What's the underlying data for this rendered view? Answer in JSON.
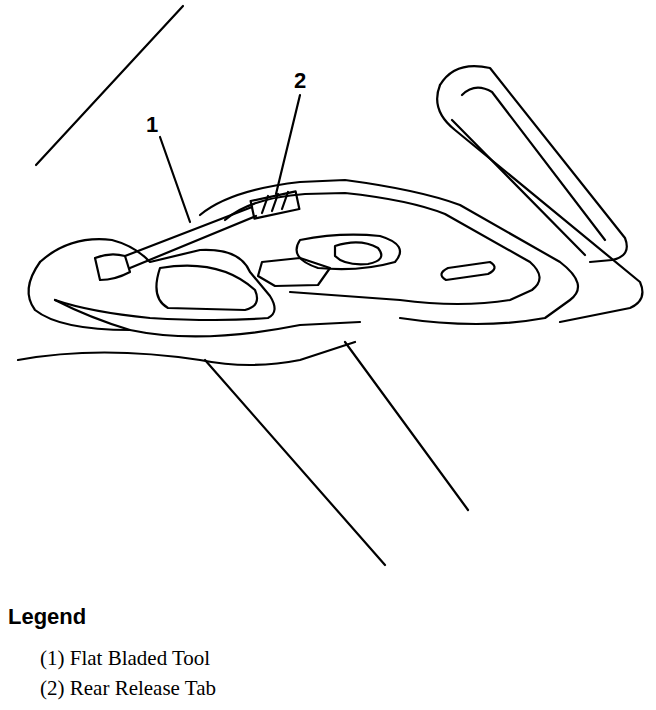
{
  "diagram": {
    "labels": [
      "1",
      "2",
      "Legend"
    ],
    "legend": [
      {
        "text": "(1) Flat Bladed Tool"
      },
      {
        "text": "(2) Rear Release Tab"
      }
    ]
  }
}
